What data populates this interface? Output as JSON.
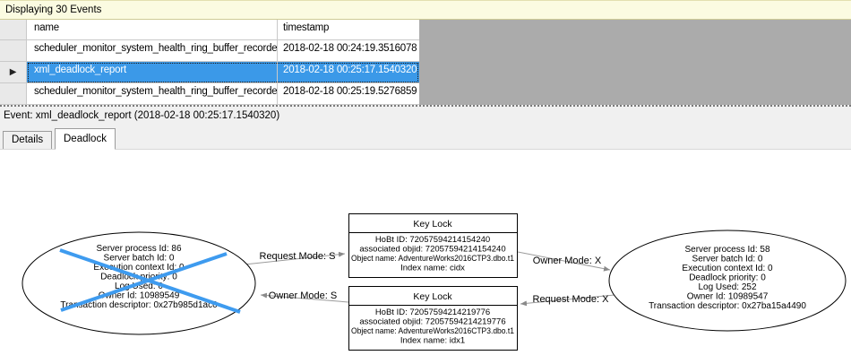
{
  "info_bar": {
    "text": "Displaying 30 Events"
  },
  "table": {
    "columns": {
      "name": "name",
      "timestamp": "timestamp"
    },
    "rows": [
      {
        "name": "scheduler_monitor_system_health_ring_buffer_recorded",
        "timestamp": "2018-02-18 00:24:19.3516078"
      },
      {
        "name": "xml_deadlock_report",
        "timestamp": "2018-02-18 00:25:17.1540320"
      },
      {
        "name": "scheduler_monitor_system_health_ring_buffer_recorded",
        "timestamp": "2018-02-18 00:25:19.5276859"
      }
    ],
    "selected_row_index": 1,
    "selected_row_marker": "▶"
  },
  "event_bar": {
    "text": "Event: xml_deadlock_report (2018-02-18 00:25:17.1540320)"
  },
  "tabs": {
    "details": "Details",
    "deadlock": "Deadlock",
    "active": "Deadlock"
  },
  "deadlock_graph": {
    "processes": [
      {
        "victim": true,
        "lines": [
          "Server process Id: 86",
          "Server batch Id: 0",
          "Execution context Id: 0",
          "Deadlock priority: 0",
          "Log Used: 0",
          "Owner Id: 10989549",
          "Transaction descriptor: 0x27b985d1ac0"
        ]
      },
      {
        "victim": false,
        "lines": [
          "Server process Id: 58",
          "Server batch Id: 0",
          "Execution context Id: 0",
          "Deadlock priority: 0",
          "Log Used: 252",
          "Owner Id: 10989547",
          "Transaction descriptor: 0x27ba15a4490"
        ]
      }
    ],
    "resources": [
      {
        "title": "Key Lock",
        "lines": [
          "HoBt ID: 72057594214154240",
          "associated objid: 72057594214154240",
          "Object name: AdventureWorks2016CTP3.dbo.t1",
          "Index name: cidx"
        ]
      },
      {
        "title": "Key Lock",
        "lines": [
          "HoBt ID: 72057594214219776",
          "associated objid: 72057594214219776",
          "Object name: AdventureWorks2016CTP3.dbo.t1",
          "Index name: idx1"
        ]
      }
    ],
    "edges": {
      "request_s": "Request Mode: S",
      "owner_s": "Owner Mode: S",
      "owner_x": "Owner Mode: X",
      "request_x": "Request Mode: X"
    }
  },
  "colors": {
    "selection_blue": "#3b99e8",
    "victim_cross_blue": "#3e9bef",
    "info_bar_bg": "#fbfbe1",
    "filler_gray": "#ababab"
  }
}
